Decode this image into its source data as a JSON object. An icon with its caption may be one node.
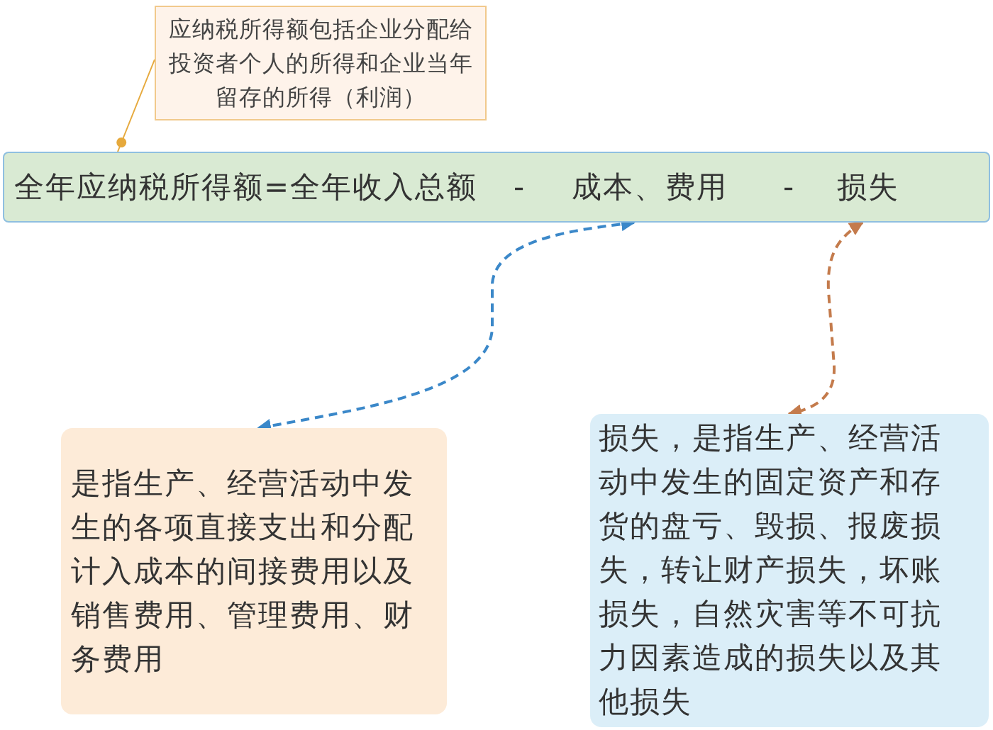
{
  "diagram": {
    "nodes": [
      {
        "text": [
          "应纳税所得额包括企业分配给投资者个人的所得和企业当年留存的所得（利润）"
        ]
      },
      {
        "text": [
          "全年应纳税所得额=全年收入总额",
          "-",
          "成本、费用",
          "-",
          "损失"
        ]
      },
      {
        "text": [
          "是指生产、经营活动中发生的各项直接支出和分配计入成本的间接费用以及销售费用、管理费用、财务费用"
        ]
      },
      {
        "text": [
          "损失，是指生产、经营活动中发生的固定资产和存货的盘亏、毁损、报废损失，转让财产损失，坏账损失，自然灾害等不可抗力因素造成的损失以及其他损失"
        ]
      }
    ],
    "edges": [
      {
        "from": 0,
        "to": 1,
        "arrow": "other",
        "color": "#e6a93c"
      },
      {
        "from": 1,
        "to": 2,
        "arrow": "both",
        "style": "dashed",
        "color": "#3b88c9"
      },
      {
        "from": 1,
        "to": 3,
        "arrow": "both",
        "style": "dashed",
        "color": "#c47b4c"
      }
    ]
  }
}
